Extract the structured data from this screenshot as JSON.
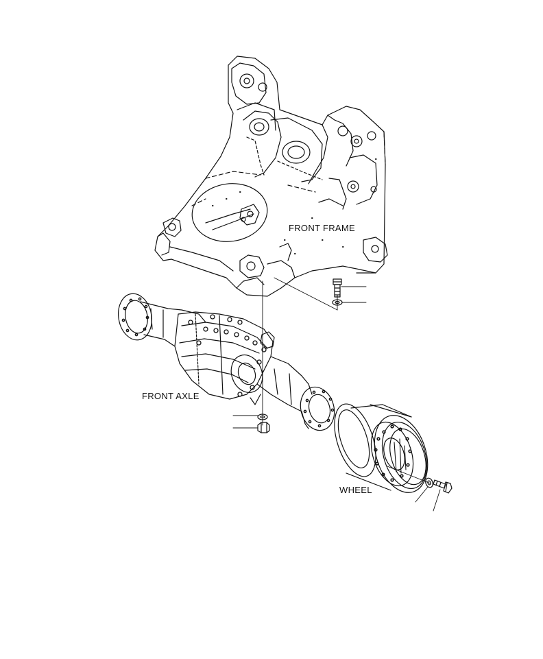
{
  "labels": {
    "front_frame": "FRONT FRAME",
    "front_axle": "FRONT AXLE",
    "wheel": "WHEEL"
  },
  "colors": {
    "ink": "#111111",
    "background": "#ffffff"
  }
}
